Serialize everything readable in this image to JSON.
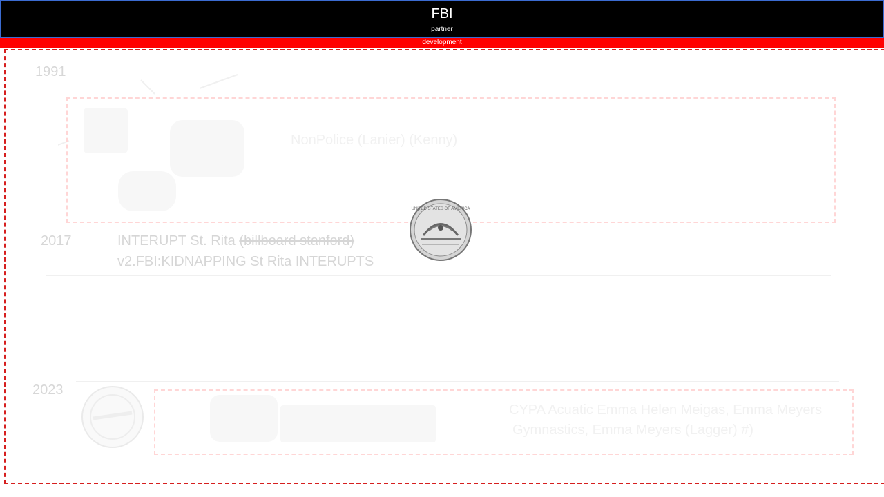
{
  "header": {
    "title": "FBI",
    "subtitle": "partner"
  },
  "banner": {
    "label": "development"
  },
  "timeline": {
    "entries": [
      {
        "year": "1991",
        "note": "NonPolice (Lanier) (Kenny)"
      },
      {
        "year": "2017",
        "line1_main": "INTERUPT St. Rita ",
        "line1_strike": "(billboard stanford)",
        "line2": "v2.FBI:KIDNAPPING  St Rita INTERUPTS"
      },
      {
        "year": "2023",
        "note_line1": "CYPA Acuatic Emma Helen Meigas, Emma Meyers",
        "note_line2": "Gymnastics, Emma Meyers (Lagger) #)"
      }
    ]
  },
  "coin": {
    "icon": "quarter-coin-icon",
    "text": "UNITED STATES OF AMERICA",
    "color": "#c9c9c9"
  },
  "colors": {
    "header_bg": "#000000",
    "banner_bg": "#ff0000",
    "dashed_border": "#d61f1f",
    "faint_box": "#ffd6d6"
  }
}
